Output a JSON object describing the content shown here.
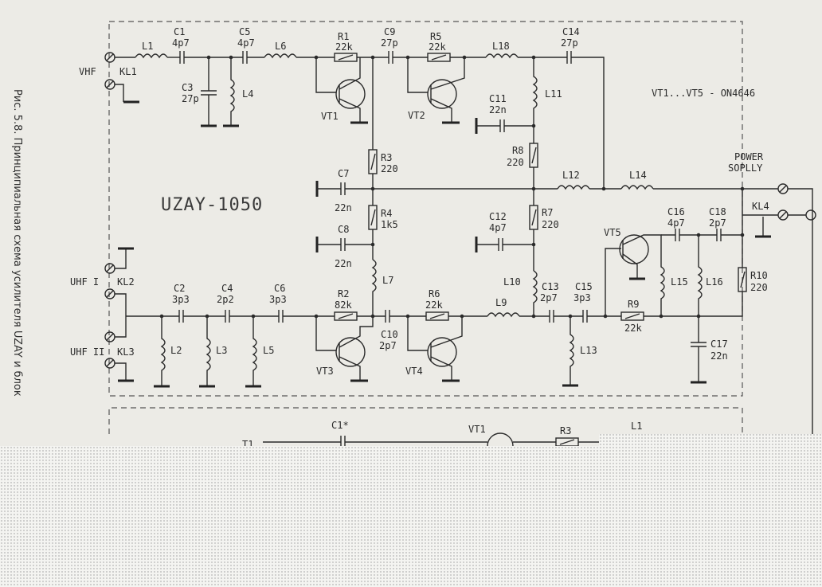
{
  "figure": {
    "caption": "Рис. 5.8. Принципиальная схема усилителя UZAY и блок",
    "device_name": "UZAY-1050",
    "transistor_note": "VT1...VT5 - ON4646",
    "power_label_line1": "POWER",
    "power_label_line2": "SOPLLY"
  },
  "ports": {
    "vhf": "VHF",
    "uhf1": "UHF I",
    "uhf2": "UHF II"
  },
  "labels": {
    "KL1": "KL1",
    "KL2": "KL2",
    "KL3": "KL3",
    "KL4": "KL4",
    "L1": "L1",
    "L2": "L2",
    "L3": "L3",
    "L4": "L4",
    "L5": "L5",
    "L6": "L6",
    "L7": "L7",
    "L9": "L9",
    "L10": "L10",
    "L11": "L11",
    "L12": "L12",
    "L13": "L13",
    "L14": "L14",
    "L15": "L15",
    "L16": "L16",
    "L18": "L18",
    "C1": "C1",
    "C1v": "4p7",
    "C2": "C2",
    "C2v": "3p3",
    "C3": "C3",
    "C3v": "27p",
    "C4": "C4",
    "C4v": "2p2",
    "C5": "C5",
    "C5v": "4p7",
    "C6": "C6",
    "C6v": "3p3",
    "C7": "C7",
    "C7v": "22n",
    "C8": "C8",
    "C8v": "22n",
    "C9": "C9",
    "C9v": "27p",
    "C10": "C10",
    "C10v": "2p7",
    "C11": "C11",
    "C11v": "22n",
    "C12": "C12",
    "C12v": "4p7",
    "C13": "C13",
    "C13v": "2p7",
    "C14": "C14",
    "C14v": "27p",
    "C15": "C15",
    "C15v": "3p3",
    "C16": "C16",
    "C16v": "4p7",
    "C17": "C17",
    "C17v": "22n",
    "C18": "C18",
    "C18v": "2p7",
    "R1": "R1",
    "R1v": "22k",
    "R2": "R2",
    "R2v": "82k",
    "R3": "R3",
    "R3v": "220",
    "R4": "R4",
    "R4v": "1k5",
    "R5": "R5",
    "R5v": "22k",
    "R6": "R6",
    "R6v": "22k",
    "R7": "R7",
    "R7v": "220",
    "R8": "R8",
    "R8v": "220",
    "R9": "R9",
    "R9v": "22k",
    "R10": "R10",
    "R10v": "220",
    "VT1": "VT1",
    "VT2": "VT2",
    "VT3": "VT3",
    "VT4": "VT4",
    "VT5": "VT5"
  },
  "lower_block": {
    "C1x": "C1*",
    "VT1": "VT1",
    "R3": "R3",
    "L1": "L1",
    "T1": "T1"
  }
}
